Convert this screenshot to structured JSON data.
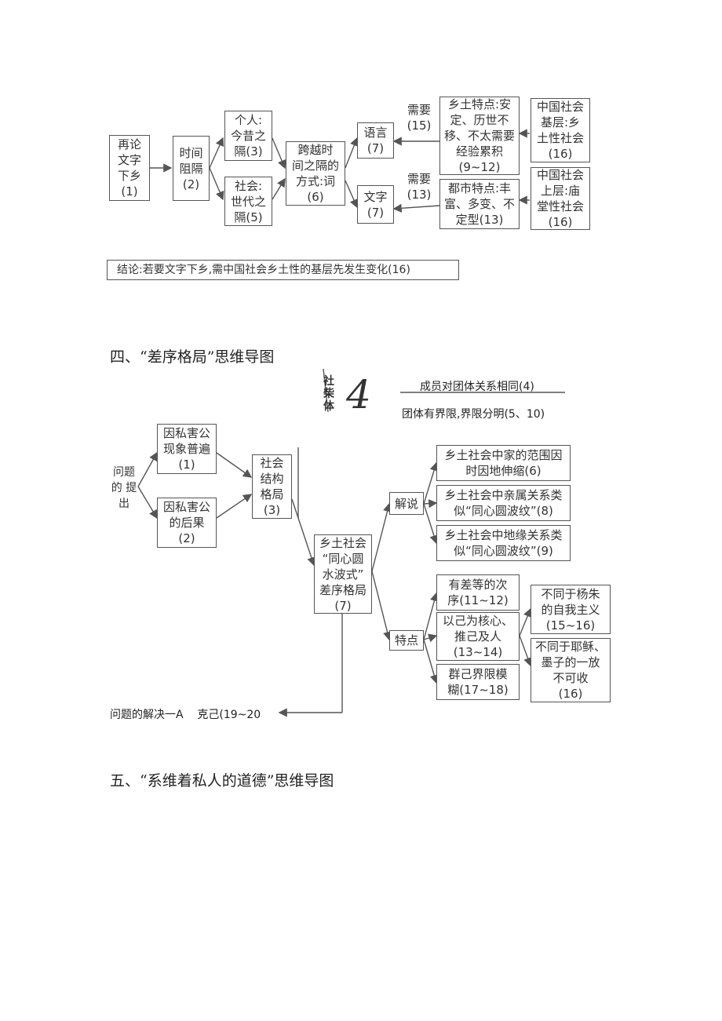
{
  "diagram1": {
    "root": "再论\n文字\n下乡\n(1)",
    "time_gap": "时间\n阻隔\n(2)",
    "personal": "个人:\n今昔之\n隔(3)",
    "social": "社会:\n世代之\n隔(5)",
    "cross": "跨越时\n间之隔的\n方式:词\n(6)",
    "language": "语言\n(7)",
    "writing": "文字\n(7)",
    "need_top": "需要\n(15)",
    "need_bottom": "需要\n(13)",
    "rural_traits": "乡土特点:安\n定、历世不\n移、不太需要\n经验累积\n(9~12)",
    "urban_traits": "都市特点:丰\n富、多变、不\n定型(13)",
    "grassroots": "中国社会\n基层:乡\n土性社会\n(16)",
    "upper": "中国社会\n上层:庙\n堂性社会\n(16)",
    "conclusion": "结论:若要文字下乡,需中国社会乡土性的基层先发生变化(16)"
  },
  "section4_title": "四、“差序格局”思维导图",
  "diagram2": {
    "group_label": "社柴体",
    "group_glyph": "4",
    "group_item_1": "成员对团体关系相同(4)",
    "group_item_2": "团体有界限,界限分明(5、10)",
    "question": "问题\n的 提\n出",
    "cause1": "因私害公\n现象普遍\n(1)",
    "cause2": "因私害公\n的后果\n(2)",
    "structure": "社会\n结构\n格局\n(3)",
    "center": "乡土社会\n“同心圆\n水波式”\n差序格局\n(7)",
    "explain": "解说",
    "feature": "特点",
    "exp1": "乡土社会中家的范围因\n时因地伸缩(6)",
    "exp2": "乡土社会中亲属关系类\n似“同心圆波纹”(8)",
    "exp3": "乡土社会中地缘关系类\n似“同心圆波纹”(9)",
    "feat1": "有差等的次\n序(11~12)",
    "feat2": "以己为核心、\n推己及人\n(13~14)",
    "feat3": "群己界限模\n糊(17~18)",
    "sub1": "不同于杨朱\n的自我主义\n(15~16)",
    "sub2": "不同于耶稣、\n墨子的一放\n不可收\n(16)",
    "solution": "问题的解决一A    克己(19~20"
  },
  "section5_title": "五、“系维着私人的道德”思维导图"
}
